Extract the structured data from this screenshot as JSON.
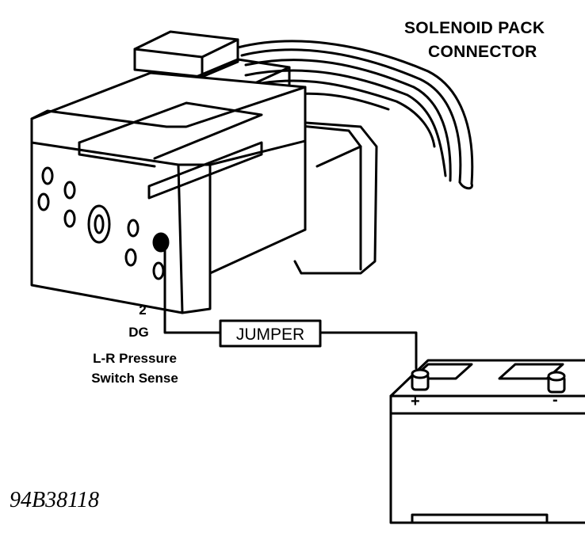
{
  "connector_label": {
    "line1": "SOLENOID PACK",
    "line2": "CONNECTOR"
  },
  "pin_callout": {
    "number": "2",
    "wire_color": "DG",
    "desc_line1": "L-R Pressure",
    "desc_line2": "Switch Sense"
  },
  "jumper": {
    "label": "JUMPER"
  },
  "battery": {
    "positive": "+",
    "negative": "-"
  },
  "figure_id": "94B38118"
}
